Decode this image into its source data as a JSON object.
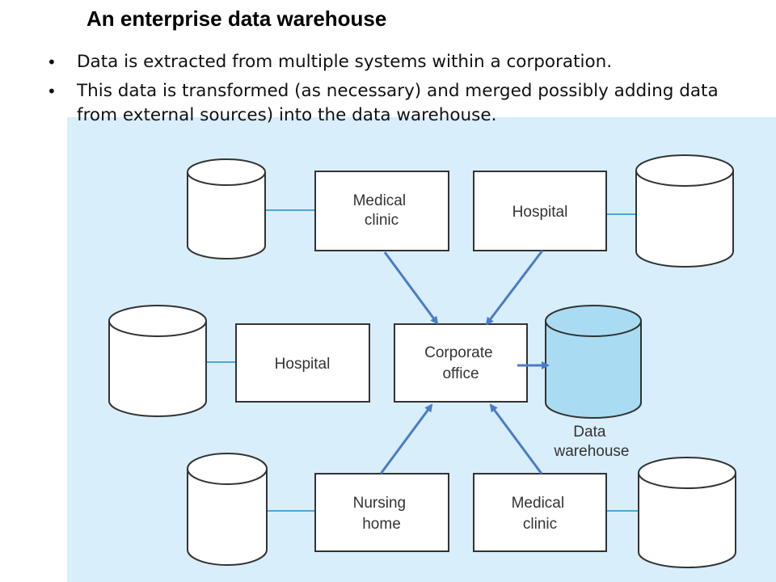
{
  "title": "An enterprise data warehouse",
  "bullets": [
    "Data is extracted from multiple systems within a corporation.",
    "This data is transformed (as necessary) and merged possibly adding data from external sources) into the data warehouse."
  ],
  "bullet_glyph": "•",
  "diagram": {
    "nodes": {
      "medical_clinic_top": [
        "Medical",
        "clinic"
      ],
      "hospital_top": [
        "Hospital"
      ],
      "hospital_left": [
        "Hospital"
      ],
      "corporate_office": [
        "Corporate",
        "office"
      ],
      "nursing_home": [
        "Nursing",
        "home"
      ],
      "medical_clinic_bottom": [
        "Medical",
        "clinic"
      ]
    },
    "warehouse_label": [
      "Data",
      "warehouse"
    ]
  },
  "colors": {
    "panel_bg": "#d8eefa",
    "arrow": "#4a7cc7",
    "connector": "#4aa8d8",
    "warehouse_fill": "#a9dcf2"
  }
}
